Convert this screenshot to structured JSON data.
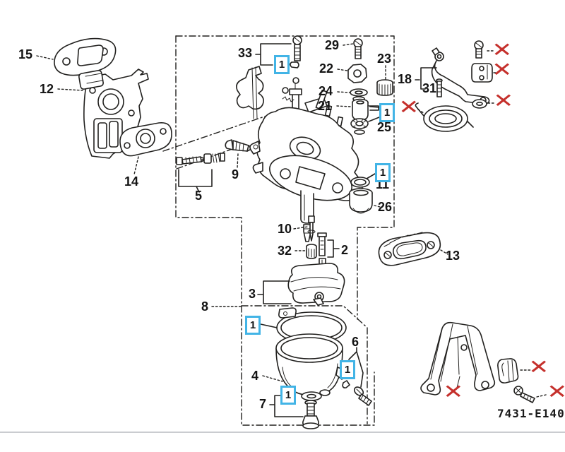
{
  "diagram": {
    "code": "7431-E140"
  },
  "palette": {
    "marker_blue": "#42b4e6",
    "deleted_red": "#c5302c",
    "line": "#22211f"
  },
  "part_labels": [
    {
      "id": "15",
      "label": "15"
    },
    {
      "id": "12",
      "label": "12"
    },
    {
      "id": "14",
      "label": "14"
    },
    {
      "id": "5",
      "label": "5"
    },
    {
      "id": "9",
      "label": "9"
    },
    {
      "id": "33",
      "label": "33"
    },
    {
      "id": "29",
      "label": "29"
    },
    {
      "id": "22",
      "label": "22"
    },
    {
      "id": "23",
      "label": "23"
    },
    {
      "id": "24",
      "label": "24"
    },
    {
      "id": "21",
      "label": "21"
    },
    {
      "id": "25",
      "label": "25"
    },
    {
      "id": "18",
      "label": "18"
    },
    {
      "id": "31",
      "label": "31"
    },
    {
      "id": "11",
      "label": "11"
    },
    {
      "id": "26",
      "label": "26"
    },
    {
      "id": "10",
      "label": "10"
    },
    {
      "id": "32",
      "label": "32"
    },
    {
      "id": "2",
      "label": "2"
    },
    {
      "id": "3",
      "label": "3"
    },
    {
      "id": "13",
      "label": "13"
    },
    {
      "id": "8",
      "label": "8"
    },
    {
      "id": "4",
      "label": "4"
    },
    {
      "id": "6",
      "label": "6"
    },
    {
      "id": "7",
      "label": "7"
    }
  ],
  "quantity_markers": [
    {
      "value": "1"
    },
    {
      "value": "1"
    },
    {
      "value": "1"
    },
    {
      "value": "1"
    },
    {
      "value": "1"
    },
    {
      "value": "1"
    }
  ],
  "deleted_markers": [
    {
      "symbol": "✕"
    },
    {
      "symbol": "✕"
    },
    {
      "symbol": "✕"
    },
    {
      "symbol": "✕"
    },
    {
      "symbol": "✕"
    },
    {
      "symbol": "✕"
    },
    {
      "symbol": "✕"
    }
  ]
}
